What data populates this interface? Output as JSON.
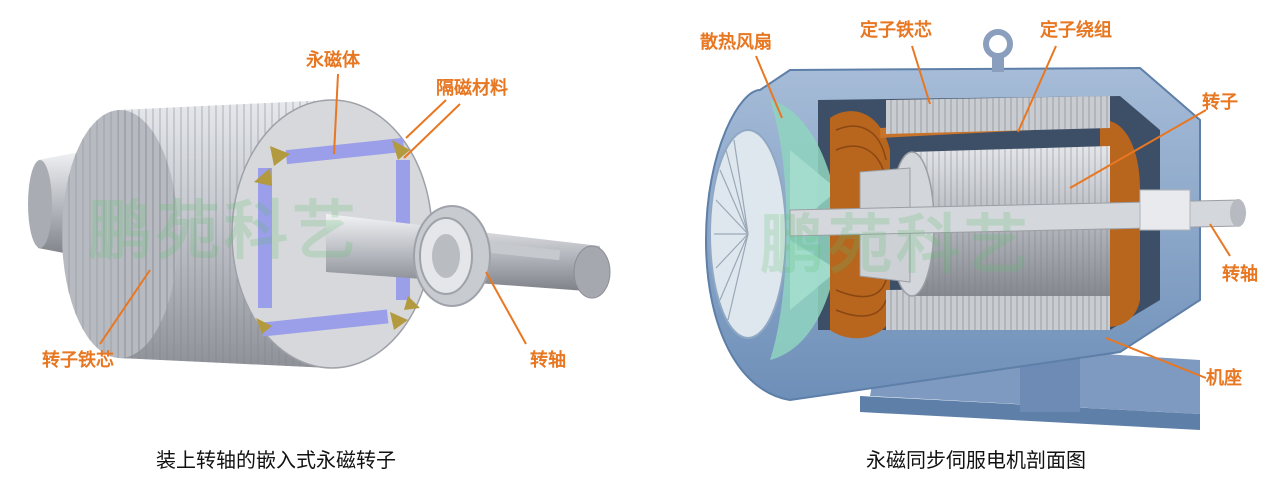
{
  "colors": {
    "callout": "#e87722",
    "leader": "#e87722",
    "rotor_lamination": "#c9ccd1",
    "magnet": "#9b9ee8",
    "frame": "#8aa6c8",
    "frame_dark": "#5d7fa8",
    "copper": "#b8651e",
    "fan": "#8fd3c0",
    "watermark": "#5abe6e"
  },
  "watermark": {
    "text": "鹏苑科艺"
  },
  "left_figure": {
    "caption": "装上转轴的嵌入式永磁转子",
    "callouts": {
      "permanent_magnet": "永磁体",
      "magnetic_barrier": "隔磁材料",
      "rotor_core": "转子铁芯",
      "shaft": "转轴"
    }
  },
  "right_figure": {
    "caption": "永磁同步伺服电机剖面图",
    "callouts": {
      "cooling_fan": "散热风扇",
      "stator_core": "定子铁芯",
      "stator_winding": "定子绕组",
      "rotor": "转子",
      "shaft": "转轴",
      "frame": "机座"
    }
  }
}
